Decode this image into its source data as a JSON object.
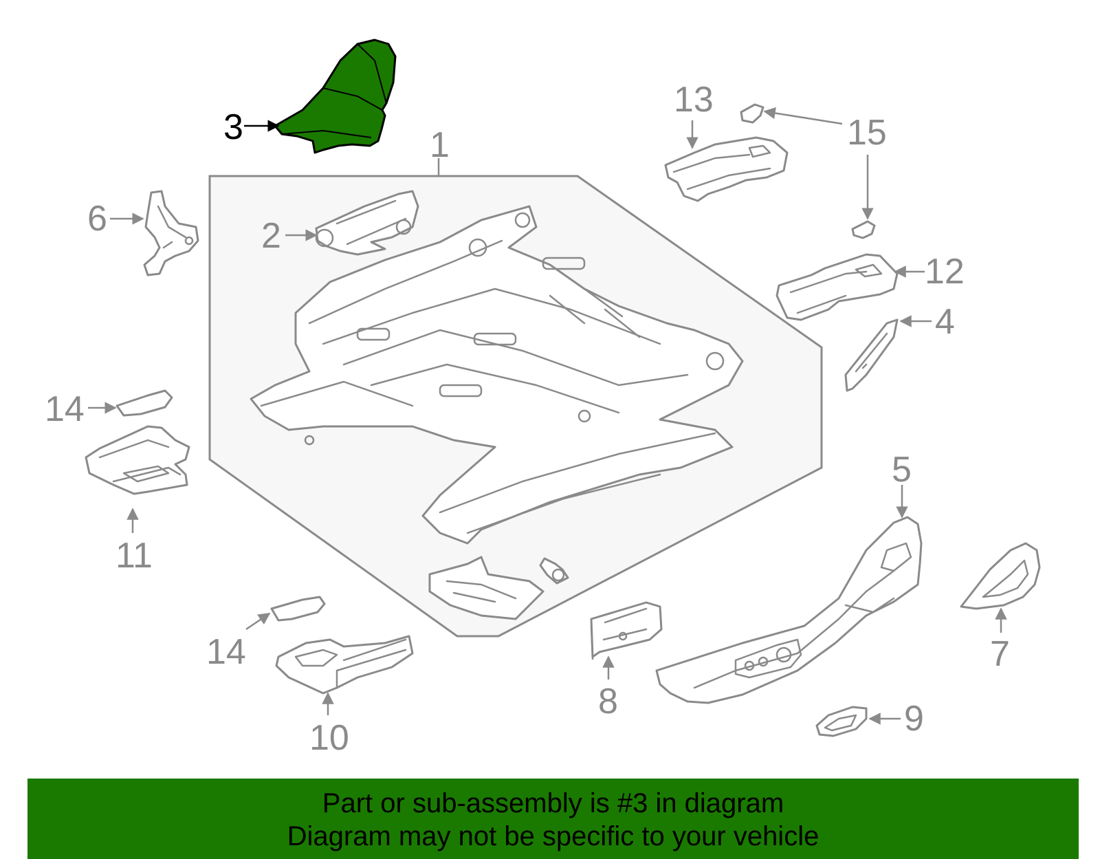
{
  "callouts": [
    {
      "id": "1",
      "label": "1"
    },
    {
      "id": "2",
      "label": "2"
    },
    {
      "id": "3",
      "label": "3"
    },
    {
      "id": "4",
      "label": "4"
    },
    {
      "id": "5",
      "label": "5"
    },
    {
      "id": "6",
      "label": "6"
    },
    {
      "id": "7",
      "label": "7"
    },
    {
      "id": "8",
      "label": "8"
    },
    {
      "id": "9",
      "label": "9"
    },
    {
      "id": "10",
      "label": "10"
    },
    {
      "id": "11",
      "label": "11"
    },
    {
      "id": "12",
      "label": "12"
    },
    {
      "id": "13",
      "label": "13"
    },
    {
      "id": "14a",
      "label": "14"
    },
    {
      "id": "14b",
      "label": "14"
    },
    {
      "id": "15",
      "label": "15"
    }
  ],
  "highlighted_part": "3",
  "colors": {
    "highlight_fill": "#1a7a00",
    "banner_background": "#1a7a00",
    "line_gray": "#8a8a8a",
    "assembly_background": "#f7f7f7"
  },
  "banner": {
    "line1": "Part or sub-assembly is #3 in diagram",
    "line2": "Diagram may not be specific to your vehicle"
  }
}
